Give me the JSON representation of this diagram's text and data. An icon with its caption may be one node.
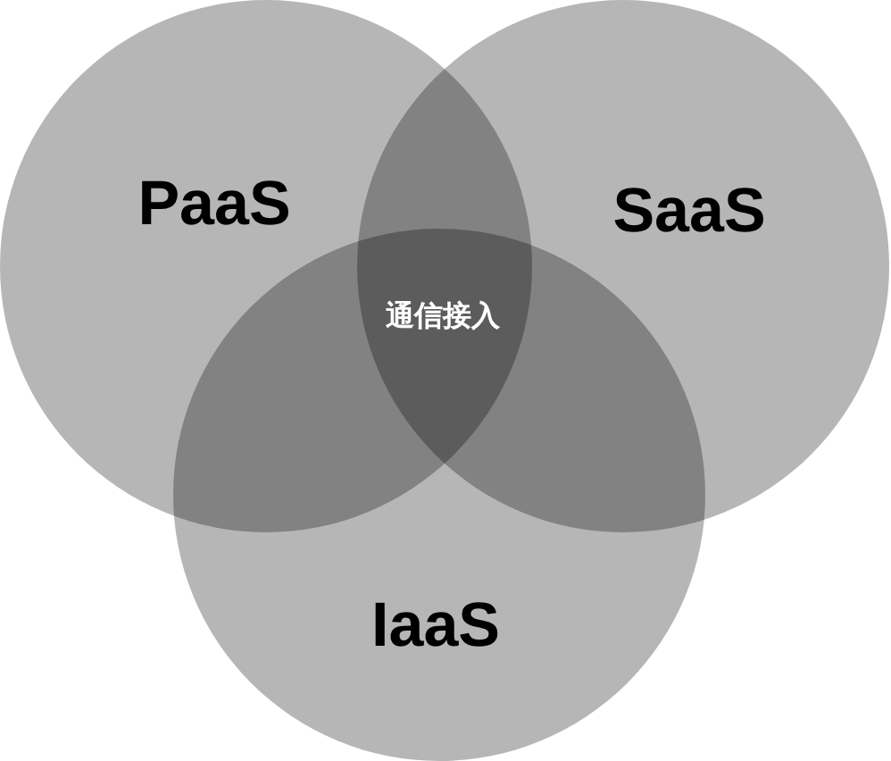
{
  "diagram": {
    "nodes": [
      {
        "text": [
          "PaaS"
        ]
      },
      {
        "text": [
          "SaaS"
        ]
      },
      {
        "text": [
          "IaaS"
        ]
      }
    ],
    "edges": [],
    "labels": [
      "通信接入"
    ]
  }
}
